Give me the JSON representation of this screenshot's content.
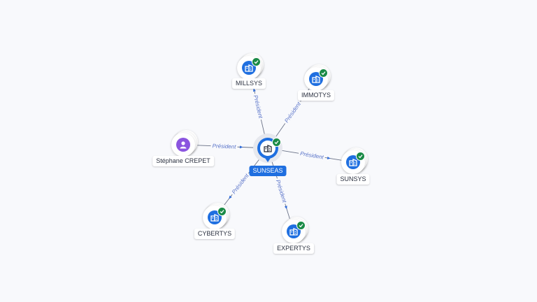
{
  "colors": {
    "company": "#1f6fe0",
    "person": "#8b55df",
    "verified": "#1a8a46",
    "edge_label": "#5a74c9"
  },
  "center": {
    "id": "sunseas",
    "label": "SUNSEAS",
    "icon": "building-icon",
    "verified": true
  },
  "nodes": [
    {
      "id": "millsys",
      "label": "MILLSYS",
      "type": "company",
      "icon": "building-icon",
      "verified": true
    },
    {
      "id": "immotys",
      "label": "IMMOTYS",
      "type": "company",
      "icon": "building-icon",
      "verified": true
    },
    {
      "id": "sunsys",
      "label": "SUNSYS",
      "type": "company",
      "icon": "building-icon",
      "verified": true
    },
    {
      "id": "expertys",
      "label": "EXPERTYS",
      "type": "company",
      "icon": "building-icon",
      "verified": true
    },
    {
      "id": "cybertys",
      "label": "CYBERTYS",
      "type": "company",
      "icon": "building-icon",
      "verified": true
    },
    {
      "id": "stephane",
      "label": "Stéphane CREPET",
      "type": "person",
      "icon": "person-icon",
      "verified": false
    }
  ],
  "edges": [
    {
      "from": "sunseas",
      "to": "millsys",
      "label": "Président"
    },
    {
      "from": "sunseas",
      "to": "immotys",
      "label": "Président"
    },
    {
      "from": "sunseas",
      "to": "sunsys",
      "label": "Président"
    },
    {
      "from": "sunseas",
      "to": "expertys",
      "label": "Président"
    },
    {
      "from": "sunseas",
      "to": "cybertys",
      "label": "Président"
    },
    {
      "from": "stephane",
      "to": "sunseas",
      "label": "Président"
    }
  ]
}
